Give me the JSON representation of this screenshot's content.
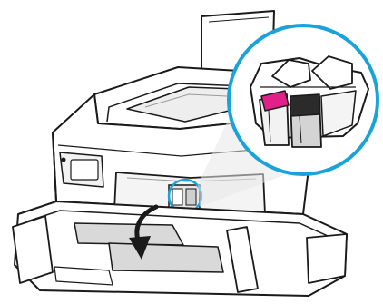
{
  "illustration": {
    "subject": "printer-open-cartridge-access-door",
    "zoom_callout": "ink-cartridge-carriage",
    "arrow_direction": "down"
  },
  "colors": {
    "outline": "#1a1a1a",
    "body": "#ffffff",
    "grey_shade": "#d9d9d9",
    "dark_grey": "#9a9a9a",
    "callout_accent": "#1aa3d9",
    "magenta_cartridge": "#e0218a",
    "black_cartridge": "#2b2b2b"
  }
}
